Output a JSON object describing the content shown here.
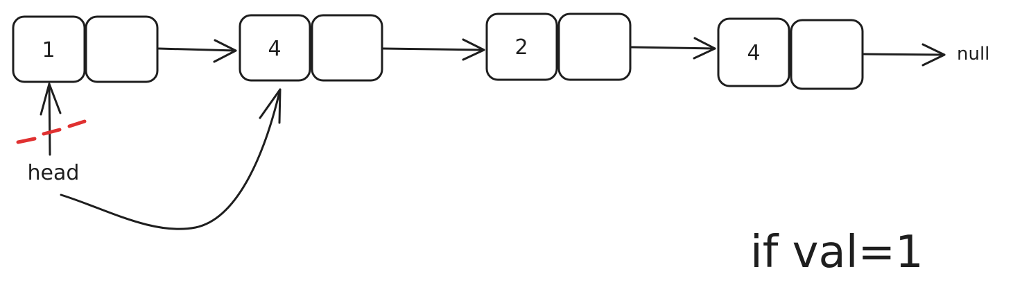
{
  "nodes": [
    {
      "value": "1"
    },
    {
      "value": "4"
    },
    {
      "value": "2"
    },
    {
      "value": "4"
    }
  ],
  "head_label": "head",
  "null_label": "null",
  "condition": "if val=1",
  "colors": {
    "ink": "#1e1e1e",
    "strike": "#e03131"
  }
}
